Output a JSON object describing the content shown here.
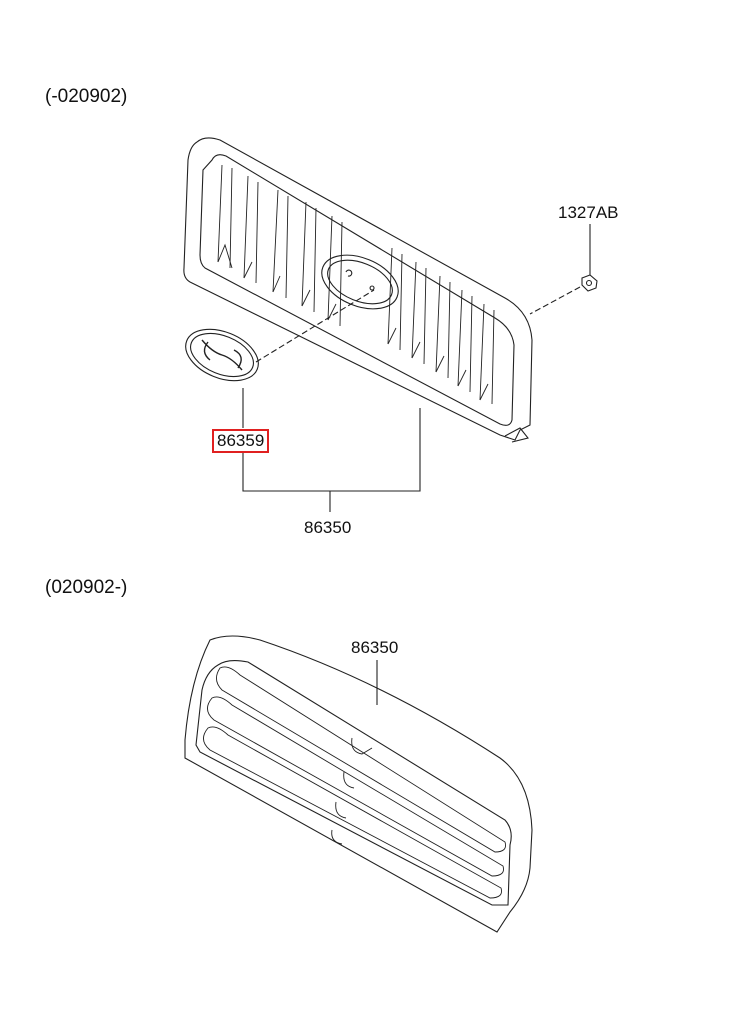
{
  "sections": [
    {
      "header": "(-020902)",
      "parts": {
        "emblem": "86359",
        "nut": "1327AB",
        "grille_assy": "86350"
      },
      "highlighted_part": "86359"
    },
    {
      "header": "(020902-)",
      "parts": {
        "grille_assy": "86350"
      }
    }
  ],
  "colors": {
    "highlight": "#e02020",
    "line": "#222222"
  }
}
